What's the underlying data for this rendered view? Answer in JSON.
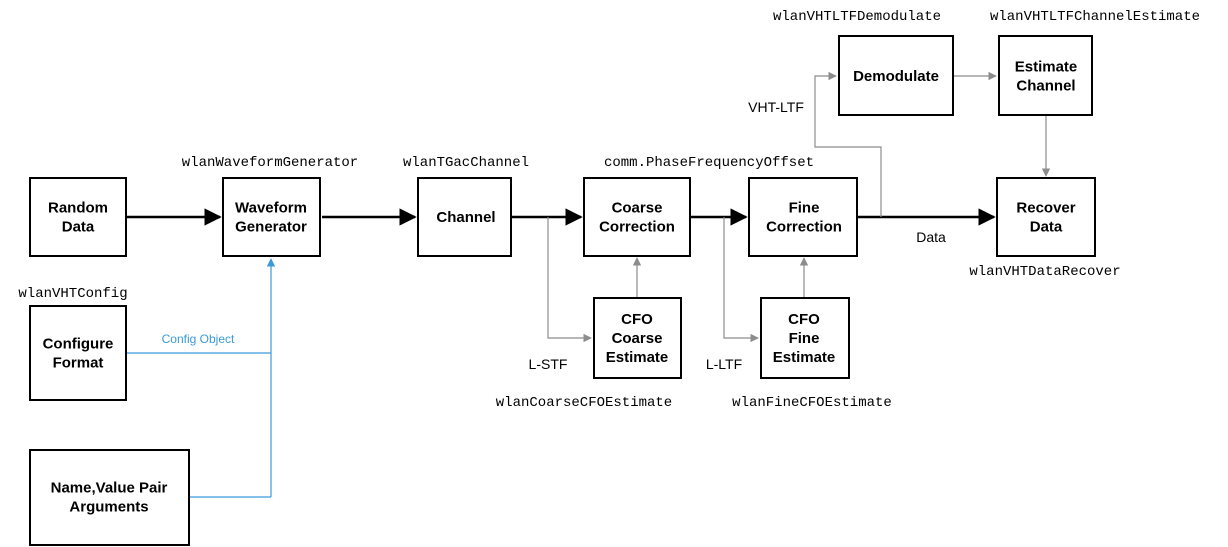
{
  "blocks": {
    "random_data": [
      "Random",
      "Data"
    ],
    "waveform_generator": [
      "Waveform",
      "Generator"
    ],
    "channel": [
      "Channel"
    ],
    "coarse_correction": [
      "Coarse",
      "Correction"
    ],
    "fine_correction": [
      "Fine",
      "Correction"
    ],
    "recover_data": [
      "Recover",
      "Data"
    ],
    "configure_format": [
      "Configure",
      "Format"
    ],
    "name_value_pair": [
      "Name,Value Pair",
      "Arguments"
    ],
    "cfo_coarse_estimate": [
      "CFO",
      "Coarse",
      "Estimate"
    ],
    "cfo_fine_estimate": [
      "CFO",
      "Fine",
      "Estimate"
    ],
    "demodulate": [
      "Demodulate"
    ],
    "estimate_channel": [
      "Estimate",
      "Channel"
    ]
  },
  "functions": {
    "waveform_generator": "wlanWaveformGenerator",
    "channel": "wlanTGacChannel",
    "phase_offset": "comm.PhaseFrequencyOffset",
    "vht_config": "wlanVHTConfig",
    "coarse_cfo": "wlanCoarseCFOEstimate",
    "fine_cfo": "wlanFineCFOEstimate",
    "data_recover": "wlanVHTDataRecover",
    "ltf_demodulate": "wlanVHTLTFDemodulate",
    "ltf_channel_estimate": "wlanVHTLTFChannelEstimate"
  },
  "signals": {
    "l_stf": "L-STF",
    "l_ltf": "L-LTF",
    "data": "Data",
    "vht_ltf": "VHT-LTF",
    "config_object": "Config Object"
  },
  "colors": {
    "main_line": "#000000",
    "side_line": "#8c8c8c",
    "config_line": "#3a9ad9"
  }
}
